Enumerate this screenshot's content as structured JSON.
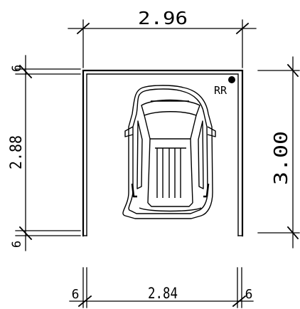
{
  "diagram": {
    "top_dimension": "2.96",
    "right_dimension": "3.00",
    "left_dimension": "2.88",
    "left_top_offset": "6",
    "left_bottom_offset": "6",
    "bottom_dimension": "2.84",
    "bottom_left_offset": "6",
    "bottom_right_offset": "6",
    "corner_label": "RR"
  }
}
